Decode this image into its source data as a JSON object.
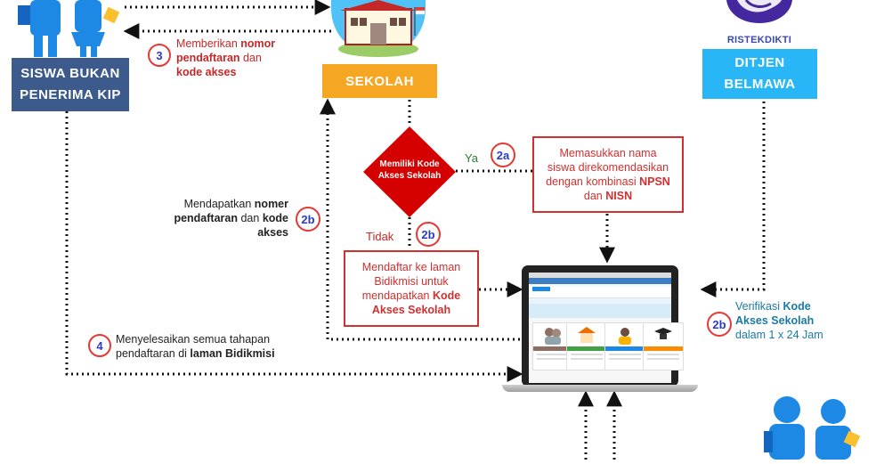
{
  "nodes": {
    "siswa": {
      "line1": "SISWA BUKAN",
      "line2": "PENERIMA KIP"
    },
    "sekolah": {
      "label": "SEKOLAH"
    },
    "ditjen": {
      "logo_text": "RISTEKDIKTI",
      "line1": "DITJEN",
      "line2": "BELMAWA"
    },
    "decision": {
      "line1": "Memiliki Kode",
      "line2": "Akses Sekolah",
      "yes": "Ya",
      "no": "Tidak"
    }
  },
  "steps": {
    "s3": {
      "badge": "3",
      "t1": "Memberikan ",
      "b1": "nomor",
      "b2": "pendaftaran",
      "t2": " dan",
      "b3": "kode akses"
    },
    "s2a": {
      "badge": "2a"
    },
    "s2b_left": {
      "badge": "2b",
      "t1": "Mendapatkan ",
      "b1": "nomer",
      "b2": "pendaftaran",
      "t2": " dan ",
      "b3": "kode",
      "b4": "akses"
    },
    "s2b_mid": {
      "badge": "2b"
    },
    "s2b_right": {
      "badge": "2b",
      "t1": "Verifikasi ",
      "b1": "Kode",
      "b2": "Akses Sekolah",
      "t2": "dalam 1 x 24 Jam"
    },
    "s4": {
      "badge": "4",
      "t1": "Menyelesaikan semua tahapan",
      "t2": "pendaftaran di ",
      "b1": "laman Bidikmisi"
    }
  },
  "boxes": {
    "rec": {
      "l1": "Memasukkan nama",
      "l2": "siswa direkomendasikan",
      "l3": "dengan kombinasi ",
      "b1": "NPSN",
      "l4": "dan ",
      "b2": "NISN"
    },
    "daftar": {
      "l1": "Mendaftar ke laman",
      "l2": "Bidikmisi untuk",
      "l3": "mendapatkan ",
      "b1": "Kode",
      "b2": "Akses Sekolah"
    }
  },
  "colors": {
    "navy": "#3c5a8c",
    "orange": "#f5a623",
    "cyan": "#29b6f6",
    "red": "#d32f2f",
    "badge_text": "#2b3cc4",
    "teal_text": "#1a7aa6"
  }
}
